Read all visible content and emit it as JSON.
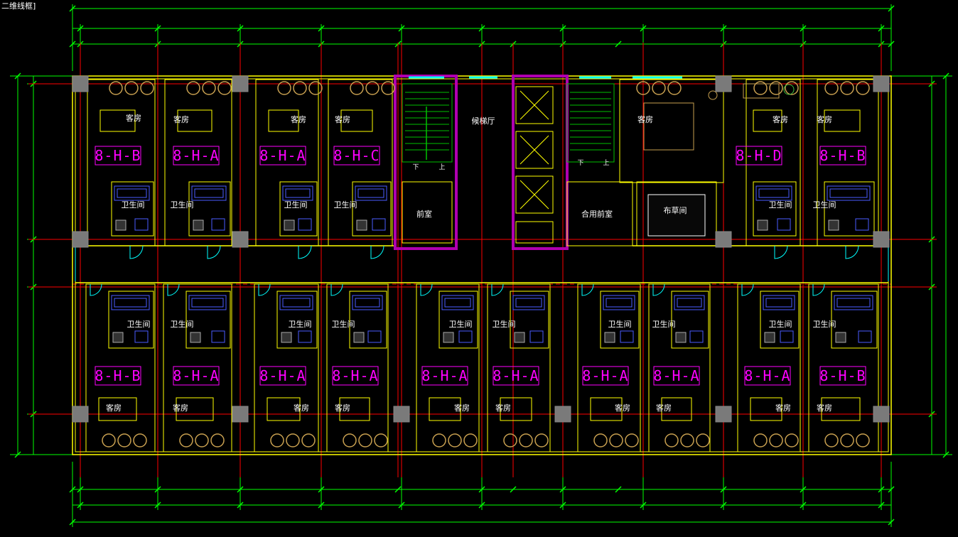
{
  "viewport_label": "二维线框]",
  "colors": {
    "background": "#000000",
    "dimension": "#00ff00",
    "axis": "#ff0000",
    "wall": "#ffff00",
    "furniture": "#c8a050",
    "fixture": "#4a5cff",
    "tag": "#ff00ff",
    "door": "#00ffff",
    "column": "#888888",
    "core_wall": "#b000b0",
    "text": "#ffffff"
  },
  "labels": {
    "guest_room": "客房",
    "bathroom": "卫生间",
    "elevator_lobby": "候梯厅",
    "anteroom": "前室",
    "shared_anteroom": "合用前室",
    "linen_room": "布草间",
    "stair_down": "下",
    "stair_up": "上"
  },
  "top_units": [
    "8-H-B",
    "8-H-A",
    "8-H-A",
    "8-H-C",
    "8-H-D",
    "8-H-B"
  ],
  "bottom_units": [
    "8-H-B",
    "8-H-A",
    "8-H-A",
    "8-H-A",
    "8-H-A",
    "8-H-A",
    "8-H-A",
    "8-H-A",
    "8-H-A",
    "8-H-B"
  ]
}
